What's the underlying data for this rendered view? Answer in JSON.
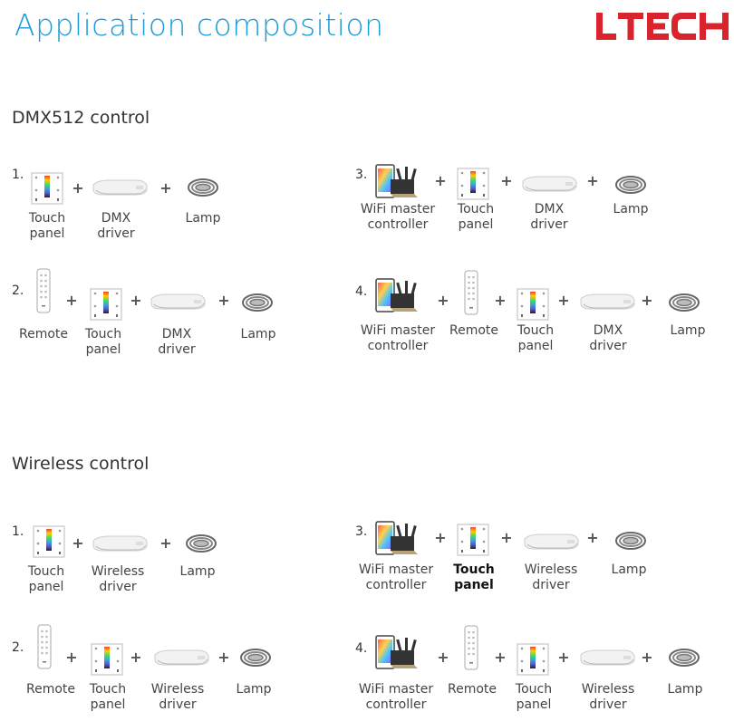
{
  "header": {
    "title": "Application composition",
    "logo_text": "LTECH",
    "logo_color": "#d9232d",
    "title_color": "#1e9ad6"
  },
  "sections": [
    {
      "title": "DMX512 control"
    },
    {
      "title": "Wireless control"
    }
  ],
  "labels": {
    "touch_panel": "Touch\npanel",
    "dmx_driver": "DMX\ndriver",
    "wireless_driver": "Wireless\ndriver",
    "lamp": "Lamp",
    "remote": "Remote",
    "wifi_controller": "WiFi master\ncontroller"
  },
  "plus": "+",
  "numbers": [
    "1.",
    "2.",
    "3.",
    "4."
  ]
}
